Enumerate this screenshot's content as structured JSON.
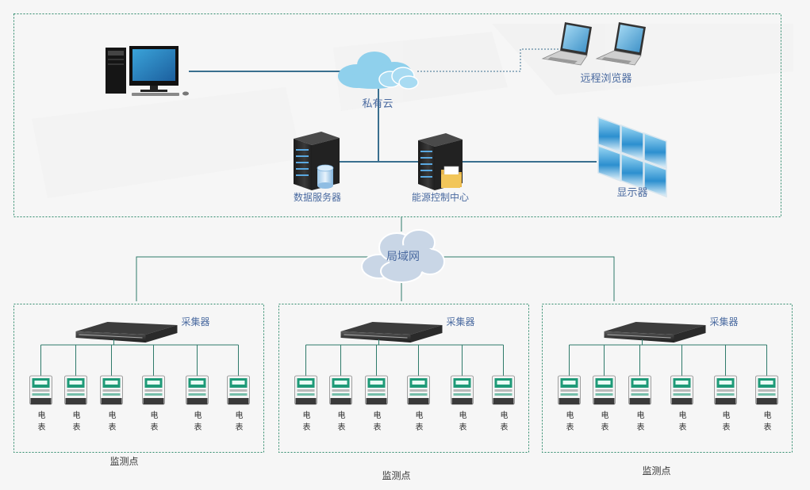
{
  "top": {
    "cloud_label": "私有云",
    "remote_label": "远程浏览器",
    "data_server_label": "数据服务器",
    "energy_center_label": "能源控制中心",
    "display_label": "显示器"
  },
  "lan_label": "局域网",
  "groups": [
    {
      "collector_label": "采集器",
      "meter_label": [
        "电",
        "表"
      ],
      "meter_count": 6,
      "site_label": "监测点"
    },
    {
      "collector_label": "采集器",
      "meter_label": [
        "电",
        "表"
      ],
      "meter_count": 6,
      "site_label": "监测点"
    },
    {
      "collector_label": "采集器",
      "meter_label": [
        "电",
        "表"
      ],
      "meter_count": 6,
      "site_label": "监测点"
    }
  ],
  "colors": {
    "frame": "#2e8a6b",
    "line": "#3a6f8f",
    "label": "#4a6aa0",
    "cloud_top": "#8fd0ec",
    "cloud_lan": "#c9d6e6",
    "meter_green": "#1f9a78"
  }
}
